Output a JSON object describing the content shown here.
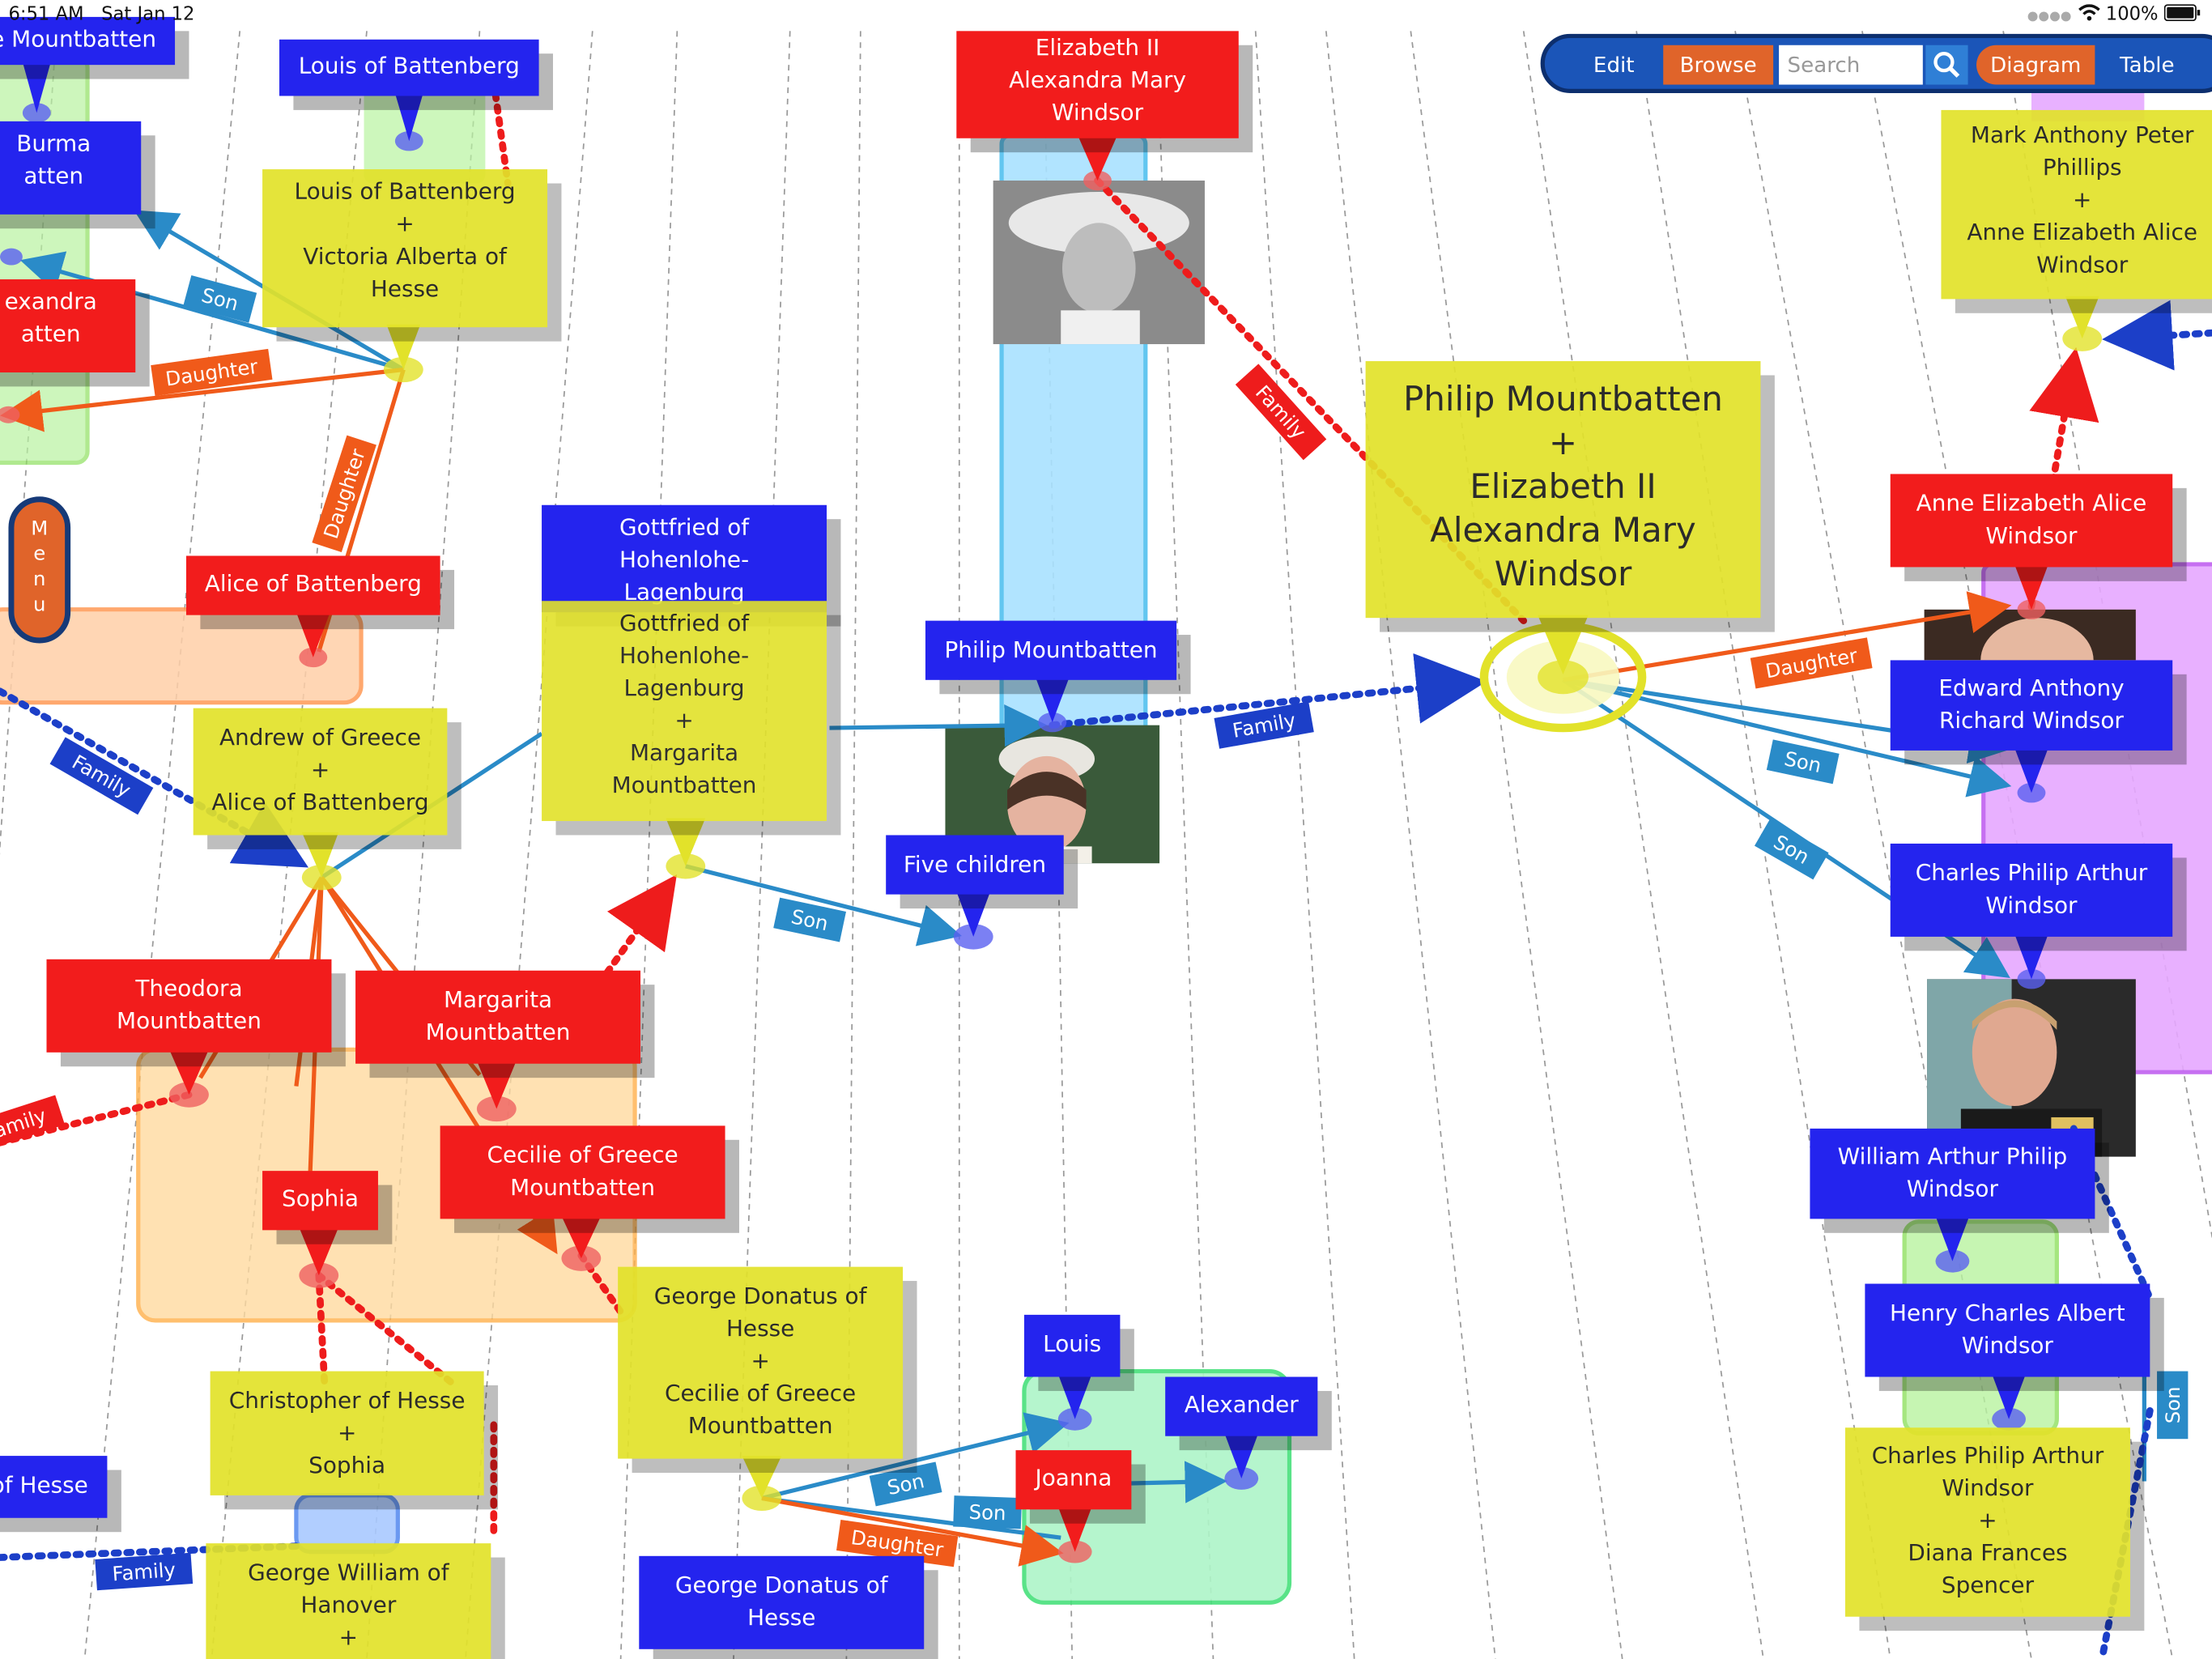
{
  "status_bar": {
    "time": "6:51 AM",
    "date": "Sat Jan 12",
    "battery": "100%"
  },
  "toolbar": {
    "edit": "Edit",
    "browse": "Browse",
    "search_placeholder": "Search",
    "diagram": "Diagram",
    "table": "Table"
  },
  "menu": {
    "letters": [
      "M",
      "e",
      "n",
      "u"
    ]
  },
  "nodes": {
    "mountbatten_top": [
      "e Mountbatten"
    ],
    "louis_battenberg": [
      "Louis of Battenberg"
    ],
    "burma": [
      "Burma",
      "atten"
    ],
    "xandra": [
      "exandra",
      "atten"
    ],
    "louis_victoria": [
      "Louis of Battenberg",
      "+",
      "Victoria Alberta of",
      "Hesse"
    ],
    "alice_battenberg": [
      "Alice of Battenberg"
    ],
    "andrew_alice": [
      "Andrew of Greece",
      "+",
      "Alice of Battenberg"
    ],
    "gottfried_blue": [
      "Gottfried of",
      "Hohenlohe-",
      "Lagenburg"
    ],
    "gottfried_margarita": [
      "Gottfried of",
      "Hohenlohe-",
      "Lagenburg",
      "+",
      "Margarita",
      "Mountbatten"
    ],
    "elizabeth_top": [
      "Elizabeth II",
      "Alexandra Mary",
      "Windsor"
    ],
    "philip_elizabeth": [
      "Philip Mountbatten",
      "+",
      "Elizabeth II",
      "Alexandra Mary",
      "Windsor"
    ],
    "philip": [
      "Philip Mountbatten"
    ],
    "five_children": [
      "Five children"
    ],
    "mark_anne": [
      "Mark Anthony Peter",
      "Phillips",
      "+",
      "Anne Elizabeth Alice",
      "Windsor"
    ],
    "anne": [
      "Anne Elizabeth Alice",
      "Windsor"
    ],
    "edward": [
      "Edward Anthony",
      "Richard Windsor"
    ],
    "charles": [
      "Charles Philip Arthur",
      "Windsor"
    ],
    "william": [
      "William Arthur Philip",
      "Windsor"
    ],
    "henry": [
      "Henry Charles Albert",
      "Windsor"
    ],
    "charles_diana": [
      "Charles Philip Arthur",
      "Windsor",
      "+",
      "Diana Frances",
      "Spencer"
    ],
    "theodora": [
      "Theodora",
      "Mountbatten"
    ],
    "margarita": [
      "Margarita",
      "Mountbatten"
    ],
    "cecilie": [
      "Cecilie of Greece",
      "Mountbatten"
    ],
    "sophia": [
      "Sophia"
    ],
    "george_cecilie": [
      "George Donatus of",
      "Hesse",
      "+",
      "Cecilie of Greece",
      "Mountbatten"
    ],
    "christopher_sophia": [
      "Christopher of Hesse",
      "+",
      "Sophia"
    ],
    "of_hesse": [
      "of Hesse"
    ],
    "george_william": [
      "George William of",
      "Hanover",
      "+"
    ],
    "george_donatus": [
      "George Donatus of",
      "Hesse"
    ],
    "louis": [
      "Louis"
    ],
    "alexander": [
      "Alexander"
    ],
    "joanna": [
      "Joanna"
    ]
  },
  "edge_labels": {
    "family": "Family",
    "son": "Son",
    "daughter": "Daughter",
    "amily": "amily"
  },
  "colors": {
    "blue_node": "#2424ee",
    "red_node": "#f21c1c",
    "yellow_node": "#e2e22a",
    "son_edge": "#2a8bc8",
    "daughter_edge": "#f05a1a",
    "family_blue": "#1c3fc8",
    "family_red": "#ee1c1c",
    "toolbar_orange": "#e0642a",
    "toolbar_blue": "#1b55b8"
  }
}
